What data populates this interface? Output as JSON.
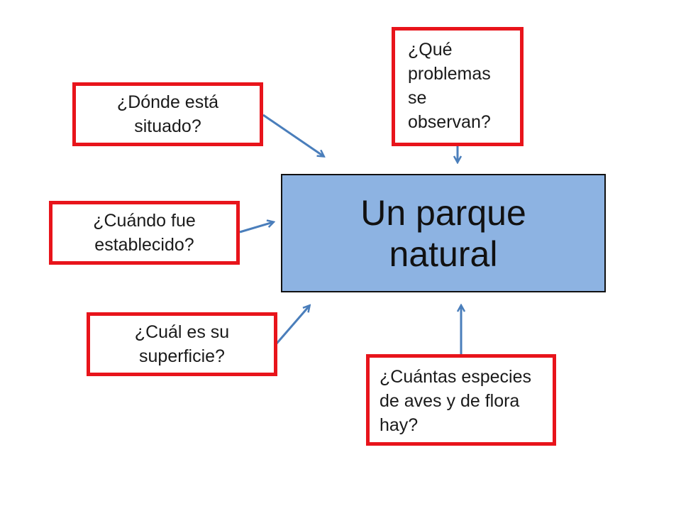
{
  "center": {
    "label": "Un parque\nnatural",
    "fill_color": "#8db3e2"
  },
  "questions": {
    "where": "¿Dónde está\nsituado?",
    "problems": "¿Qué\nproblemas\nse\nobservan?",
    "when": "¿Cuándo fue\nestablecido?",
    "area": "¿Cuál es su\nsuperficie?",
    "species": "¿Cuántas especies\nde aves y de flora\nhay?"
  },
  "colors": {
    "box_border": "#e8141b",
    "arrow": "#4a7ebb"
  }
}
